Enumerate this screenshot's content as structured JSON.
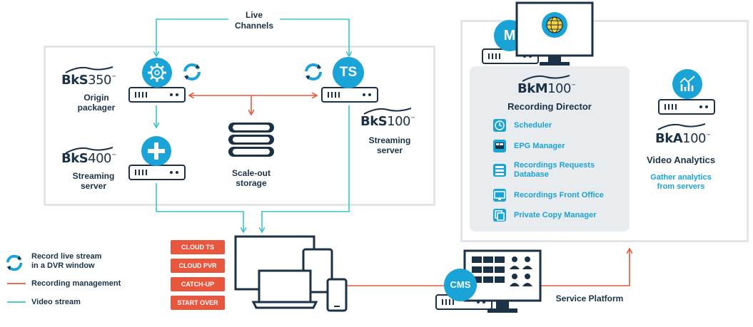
{
  "live_channels": "Live\nChannels",
  "bks350": {
    "brand_prefix": "BkS",
    "brand_number": "350",
    "tm": "™",
    "desc": "Origin\npackager"
  },
  "bks100": {
    "brand_prefix": "BkS",
    "brand_number": "100",
    "tm": "™",
    "desc": "Streaming\nserver",
    "badge": "TS"
  },
  "bks400": {
    "brand_prefix": "BkS",
    "brand_number": "400",
    "tm": "™",
    "desc": "Streaming\nserver"
  },
  "storage": {
    "desc": "Scale-out\nstorage"
  },
  "bkm100": {
    "brand_prefix": "BkM",
    "brand_number": "100",
    "tm": "™",
    "desc": "Recording Director",
    "badge": "M",
    "items": [
      {
        "icon": "clock-icon",
        "label": "Scheduler"
      },
      {
        "icon": "epg-icon",
        "label": "EPG Manager"
      },
      {
        "icon": "database-icon",
        "label": "Recordings Requests\nDatabase"
      },
      {
        "icon": "front-office-icon",
        "label": "Recordings Front Office"
      },
      {
        "icon": "copy-icon",
        "label": "Private Copy Manager"
      }
    ]
  },
  "bka100": {
    "brand_prefix": "BkA",
    "brand_number": "100",
    "tm": "™",
    "desc": "Video Analytics",
    "sub": "Gather analytics\nfrom servers"
  },
  "services": [
    "CLOUD TS",
    "CLOUD PVR",
    "CATCH-UP",
    "START OVER"
  ],
  "cms": {
    "badge": "CMS",
    "desc": "Service Platform"
  },
  "legend": [
    {
      "icon": "record-cycle-icon",
      "label": "Record live stream\nin a DVR window"
    },
    {
      "icon": "red-line",
      "label": "Recording management"
    },
    {
      "icon": "teal-line",
      "label": "Video stream"
    }
  ],
  "colors": {
    "navy": "#1b3246",
    "teal": "#1aa3d6",
    "red": "#e8563e",
    "panel_border": "#e2e5e8",
    "director_bg": "#e9ecef",
    "light_teal": "#3cc3c9"
  }
}
